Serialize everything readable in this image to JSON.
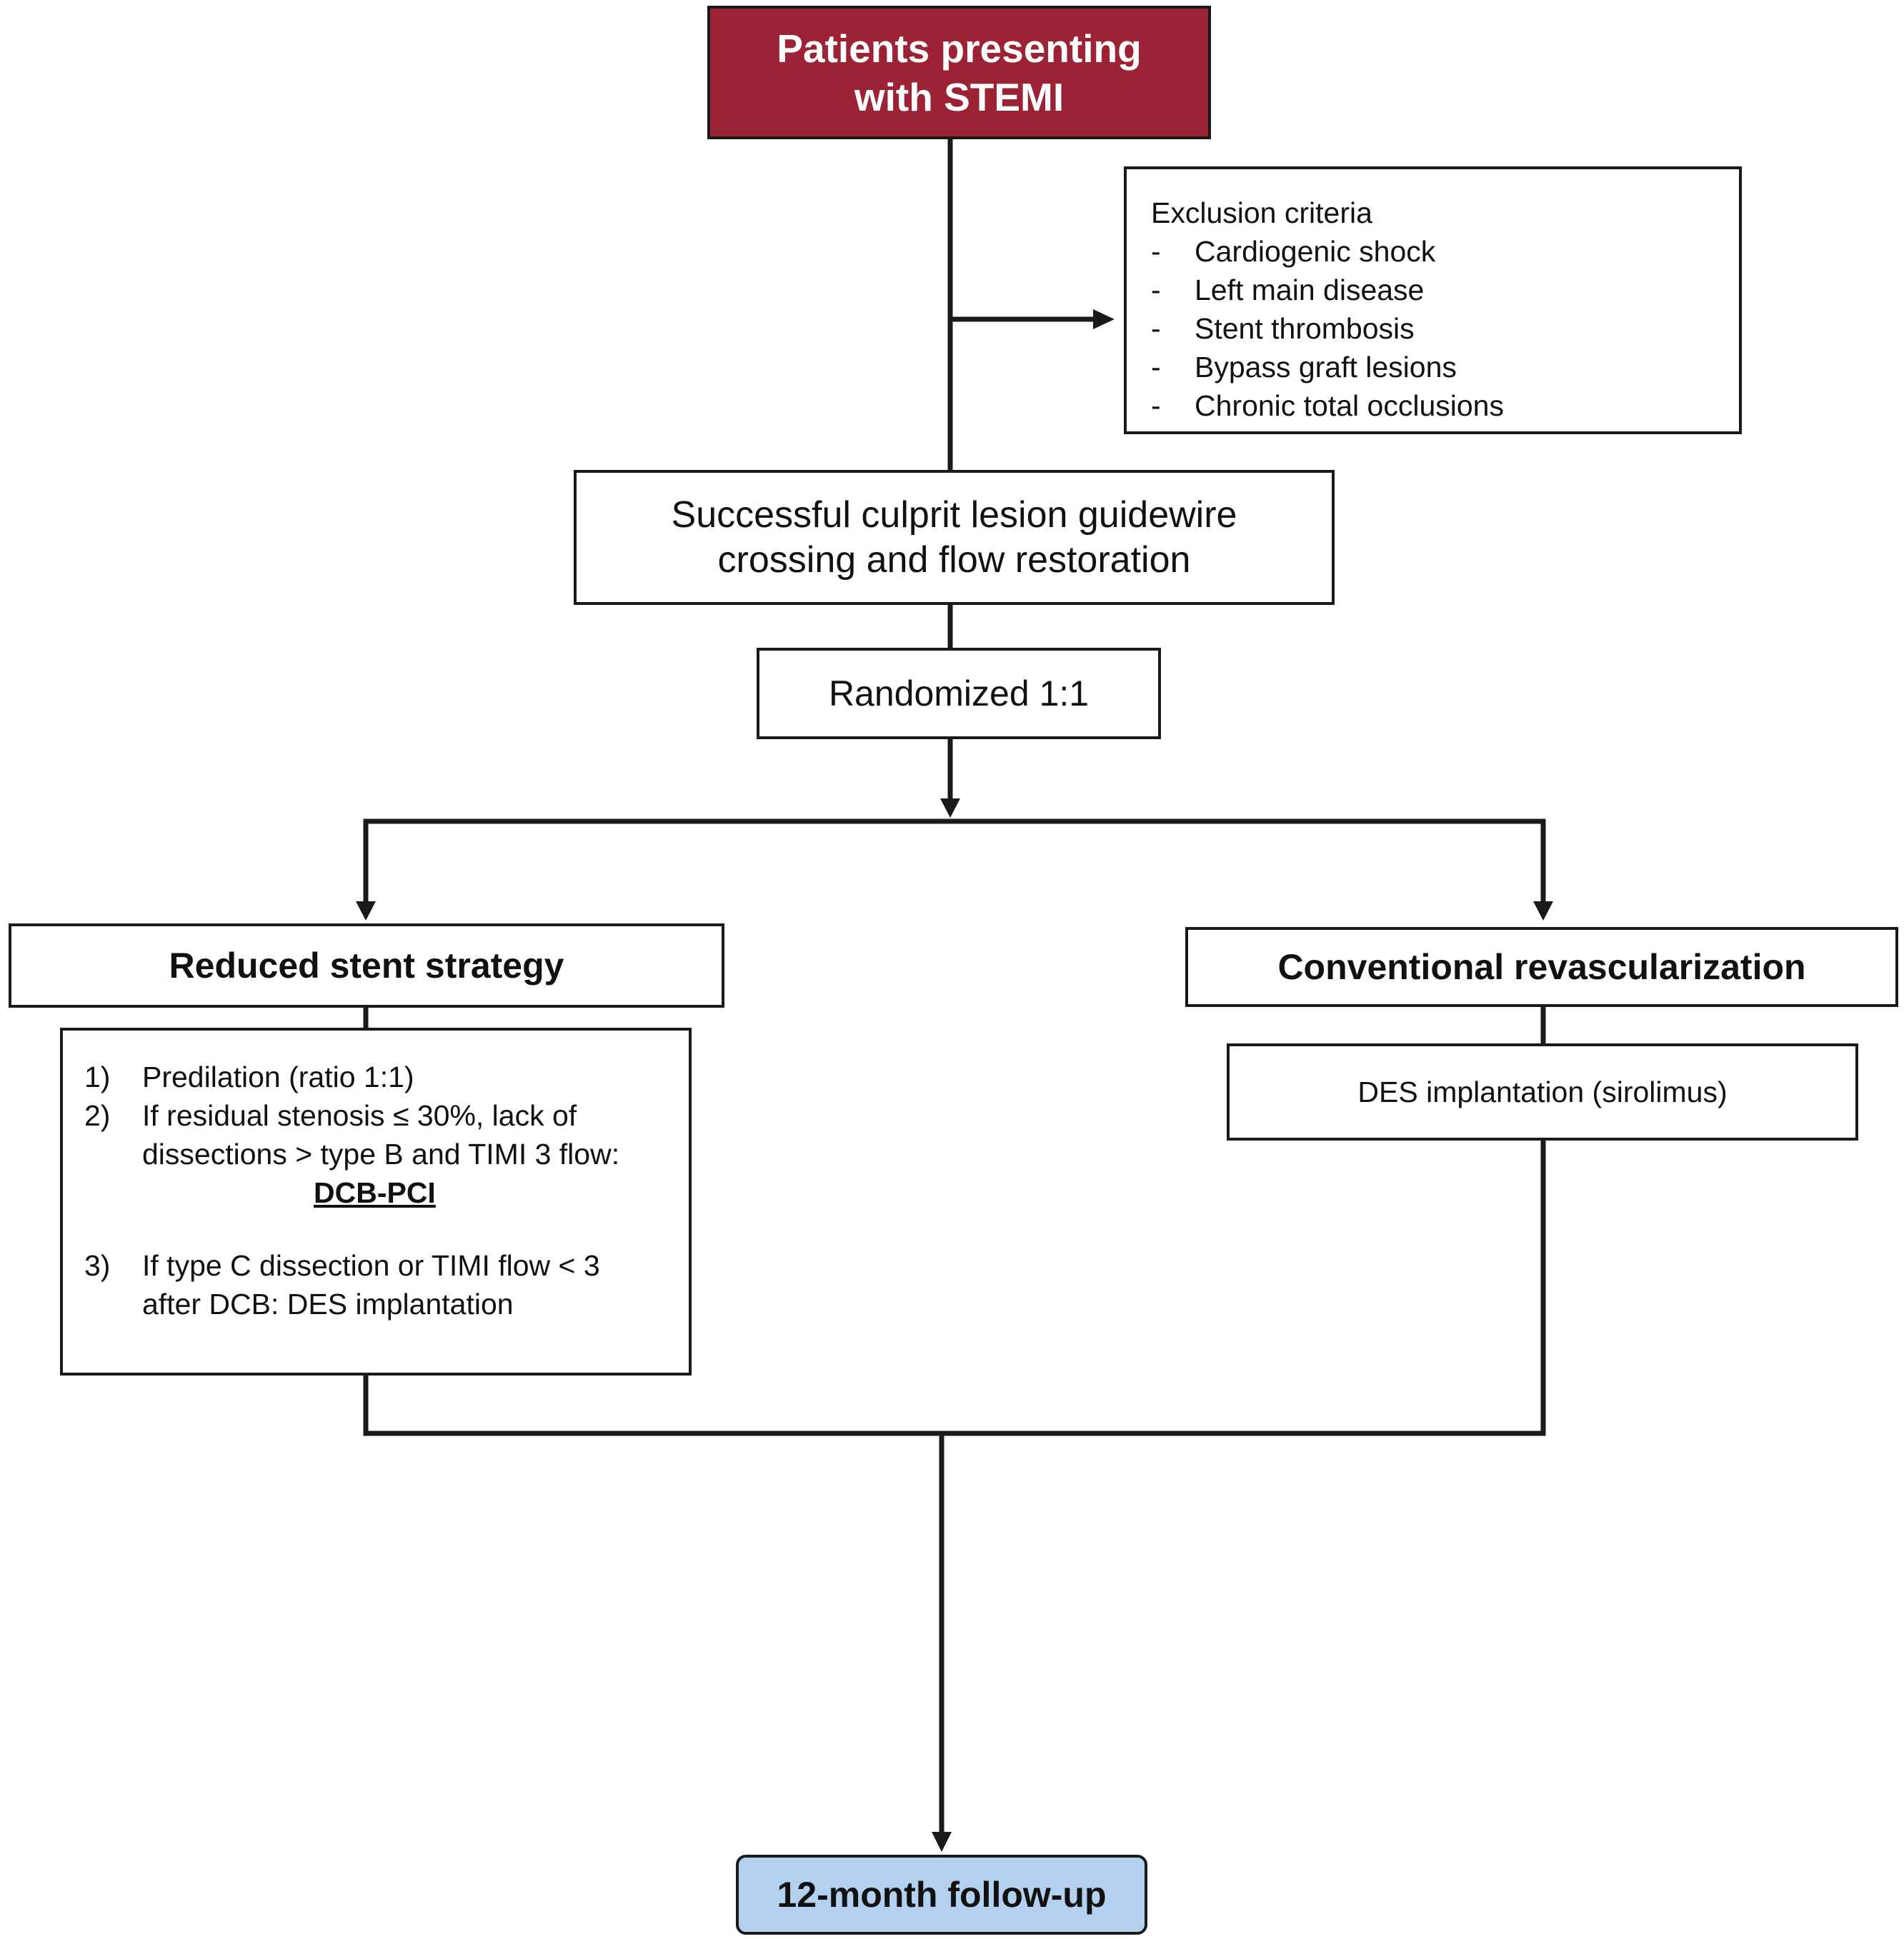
{
  "start_box": {
    "line1": "Patients presenting",
    "line2": "with STEMI",
    "color": "#9b2335"
  },
  "exclusion": {
    "title": "Exclusion criteria",
    "items": [
      "Cardiogenic shock",
      "Left main disease",
      "Stent thrombosis",
      "Bypass graft lesions",
      "Chronic total occlusions"
    ],
    "bullet": "-"
  },
  "crossing_box": {
    "line1": "Successful culprit lesion guidewire",
    "line2": "crossing and flow restoration"
  },
  "randomized_box": {
    "label": "Randomized 1:1"
  },
  "arms": {
    "reduced": {
      "title": "Reduced stent strategy",
      "steps": [
        {
          "num": "1)",
          "line1": "Predilation (ratio 1:1)"
        },
        {
          "num": "2)",
          "line1": "If residual stenosis ≤ 30%, lack of",
          "line2": "dissections > type B and TIMI 3 flow:",
          "emphasis": "DCB-PCI"
        },
        {
          "num": "3)",
          "line1": "If type C dissection or TIMI flow < 3",
          "line2": "after DCB: DES implantation"
        }
      ]
    },
    "conventional": {
      "title": "Conventional revascularization",
      "detail": "DES implantation (sirolimus)"
    }
  },
  "followup_box": {
    "label": "12-month follow-up",
    "color": "#b3d0ee"
  }
}
